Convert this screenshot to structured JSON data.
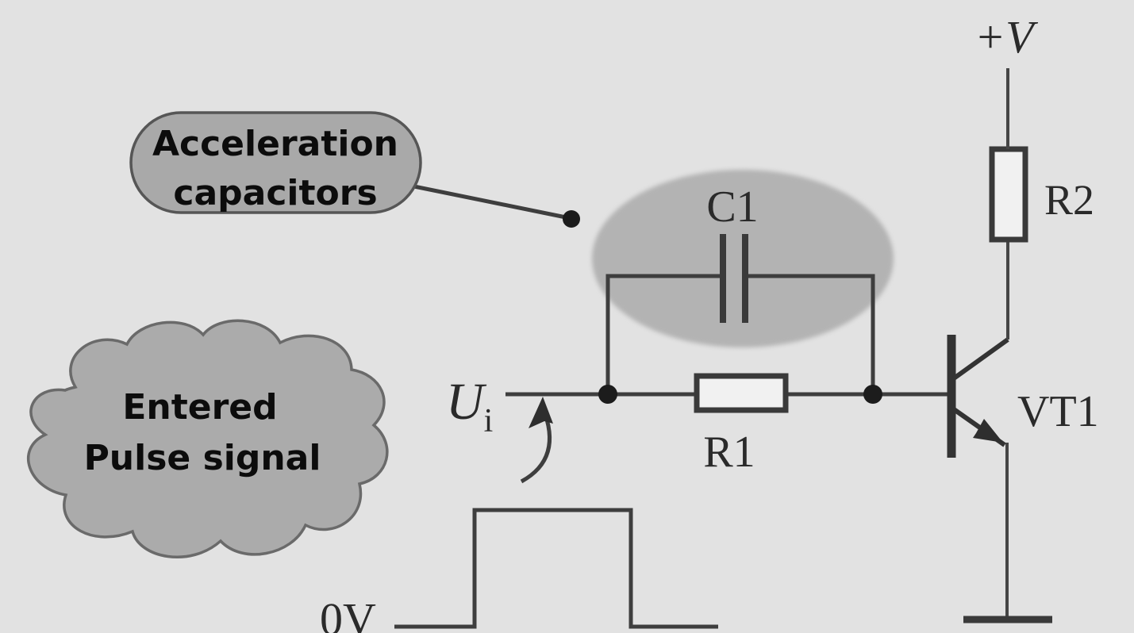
{
  "colors": {
    "background": "#e2e2e2",
    "highlight_fill": "#b3b3b3",
    "callout_fill": "#a9a9a9",
    "cloud_fill": "#ababab",
    "line": "#3e3e3e",
    "component_fill": "#f1f1f1",
    "text": "#1a1a1a"
  },
  "annotations": {
    "acceleration_callout": {
      "line1": "Acceleration",
      "line2": "capacitors"
    },
    "input_cloud": {
      "line1": "Entered",
      "line2": "Pulse signal"
    }
  },
  "components": {
    "capacitor": {
      "label": "C1"
    },
    "resistor1": {
      "label": "R1"
    },
    "resistor2": {
      "label": "R2"
    },
    "transistor": {
      "label": "VT1"
    },
    "supply": {
      "label": "+V"
    },
    "input": {
      "label": "U",
      "subscript": "i"
    },
    "zero_level": {
      "label": "0V"
    }
  }
}
